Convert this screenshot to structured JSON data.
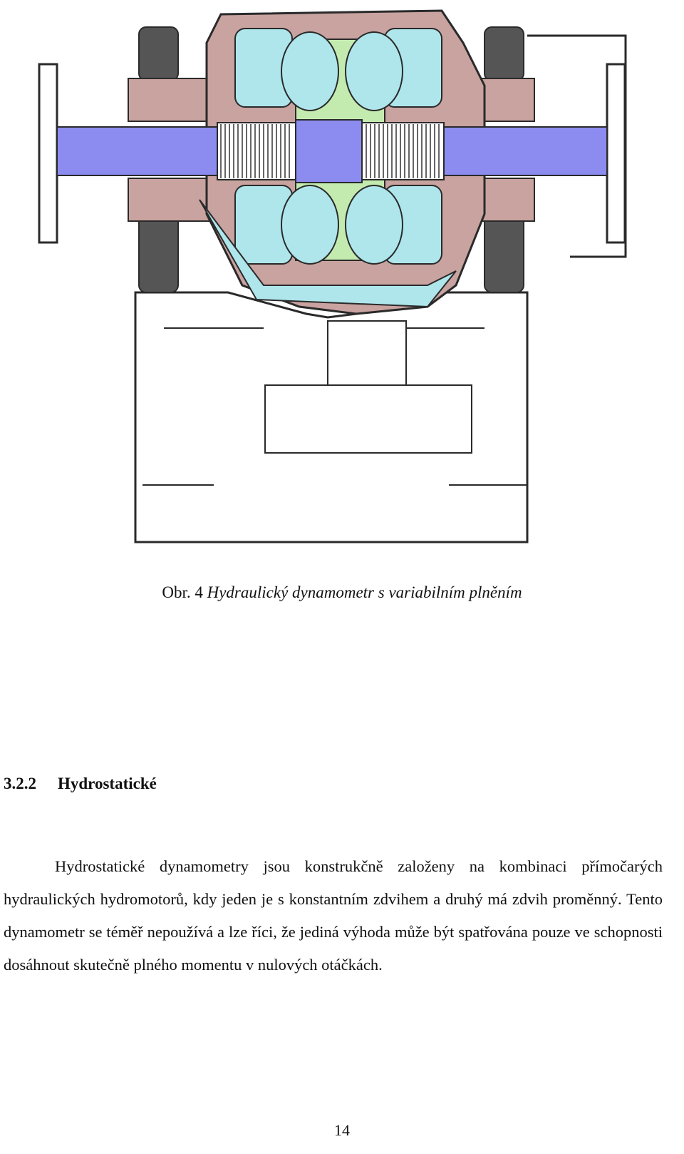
{
  "figure": {
    "colors": {
      "housing": "#c9a3a0",
      "water": "#aee6ec",
      "rotor": "#c3ebb0",
      "shaft": "#8c8cf0",
      "outline": "#2a2a2a"
    }
  },
  "caption": {
    "prefix": "Obr. 4 ",
    "title": "Hydraulický dynamometr s variabilním plněním"
  },
  "section": {
    "number": "3.2.2",
    "title": "Hydrostatické"
  },
  "paragraph": "Hydrostatické dynamometry jsou konstrukčně založeny na kombinaci přímočarých hydraulických hydromotorů, kdy jeden je s konstantním zdvihem a druhý má zdvih proměnný. Tento dynamometr se téměř nepoužívá a lze říci, že jediná výhoda může být spatřována pouze ve schopnosti dosáhnout skutečně plného momentu v nulových otáčkách.",
  "page_number": "14"
}
